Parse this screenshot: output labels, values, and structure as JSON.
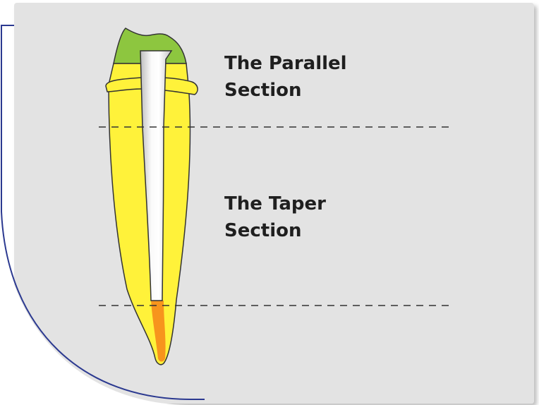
{
  "labels": {
    "parallel_line1": "The Parallel",
    "parallel_line2": "Section",
    "taper_line1": "The Taper",
    "taper_line2": "Section"
  },
  "colors": {
    "panel_background": "#e3e3e3",
    "panel_border": "#2b3990",
    "root": "#fff23a",
    "crown": "#8dc63f",
    "post": "#d0d0d0",
    "apical_gutta_percha": "#f7941d",
    "divider_line": "#333333"
  }
}
